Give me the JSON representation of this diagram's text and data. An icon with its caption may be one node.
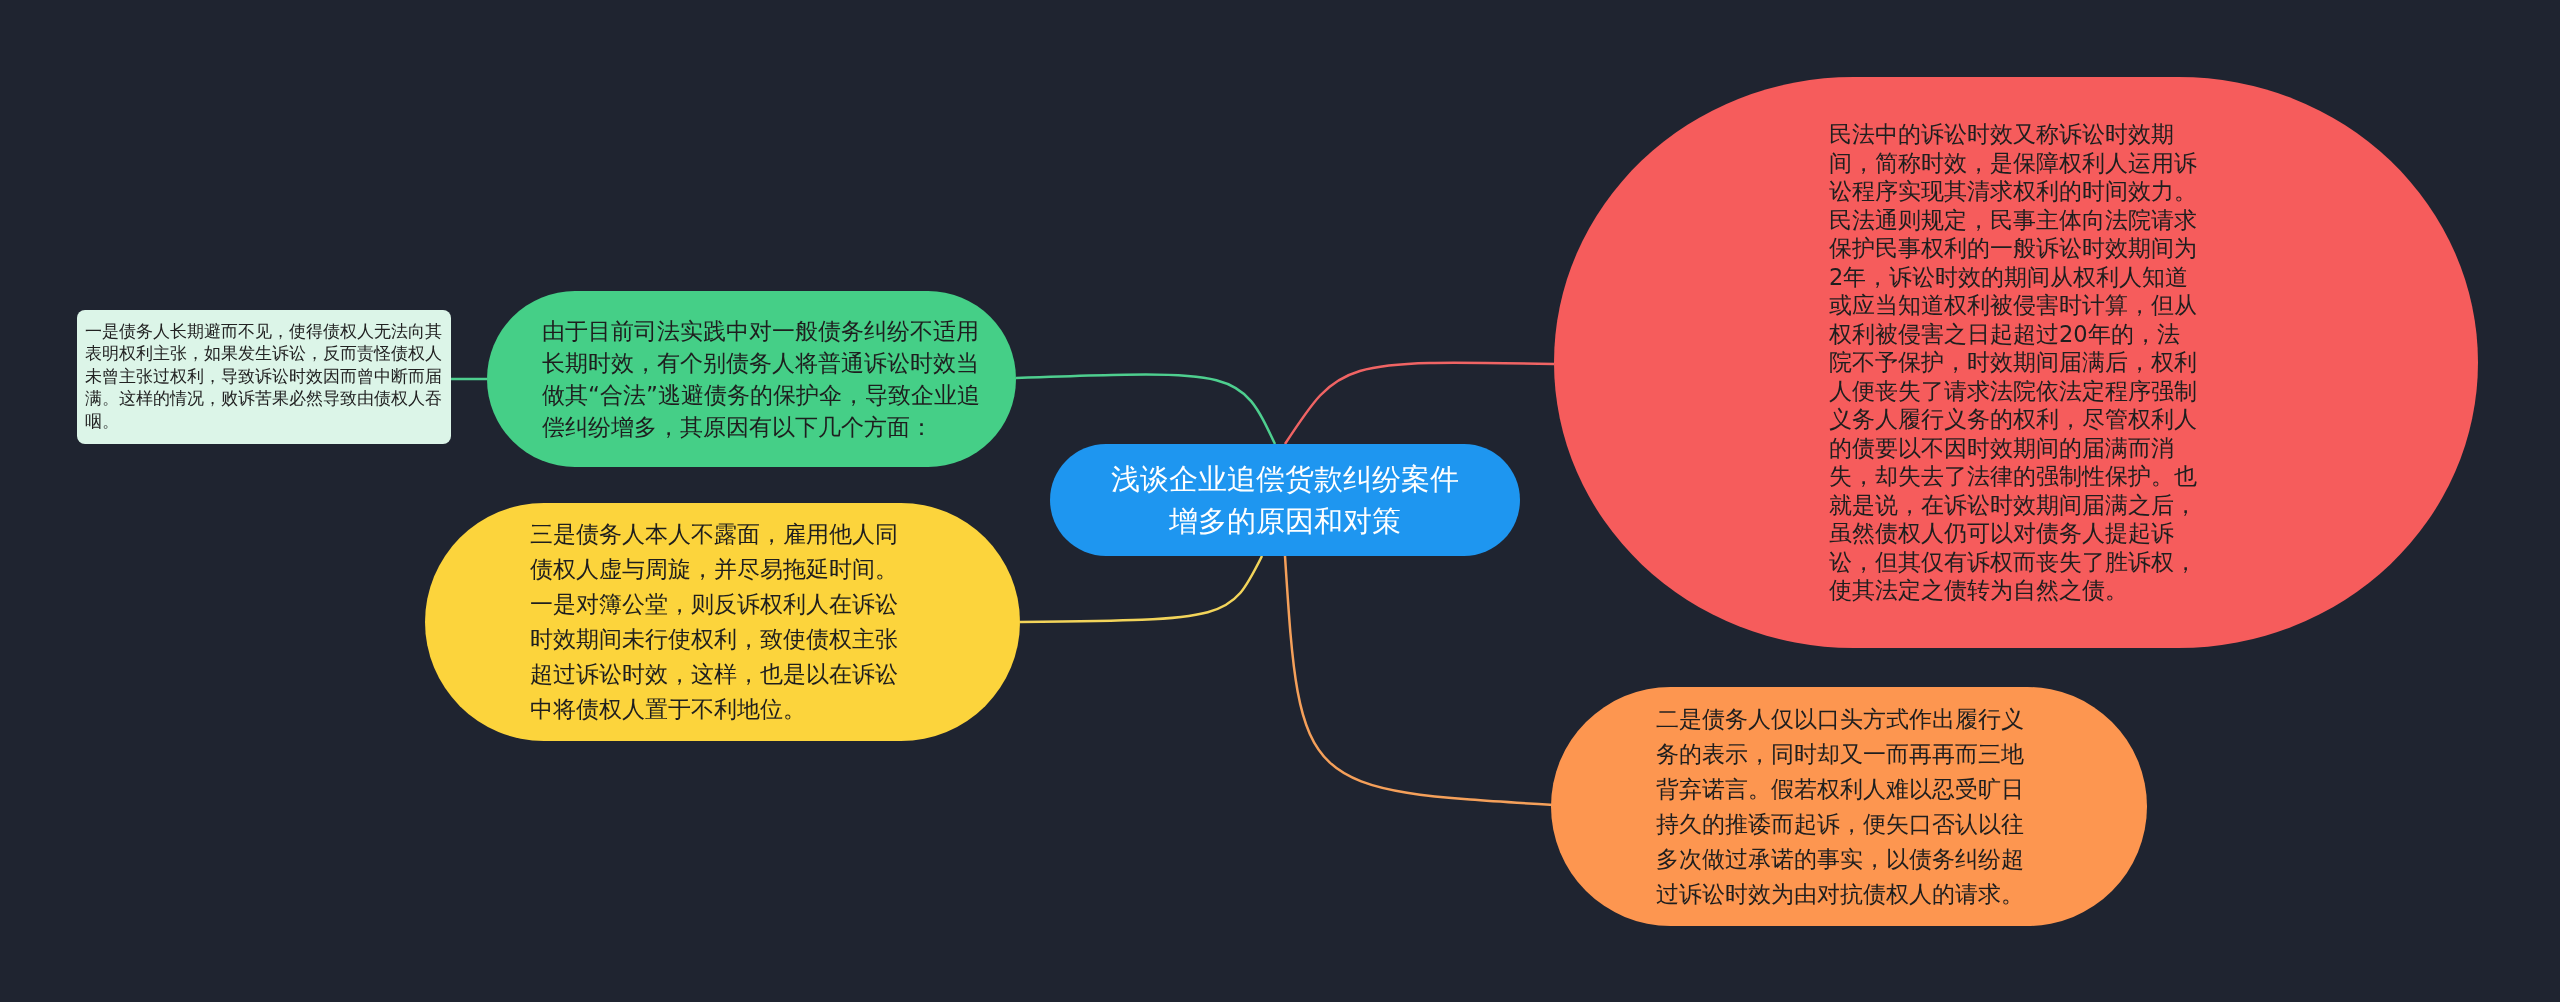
{
  "diagram": {
    "nodes": [
      {
        "text": [
          "浅谈企业追偿货款纠纷案件增多的原因和对策"
        ]
      },
      {
        "text": [
          "民法中的诉讼时效又称诉讼时效期间，简称时效，是保障权利人运用诉讼程序实现其清求权利的时间效力。民法通则规定，民事主体向法院请求保护民事权利的一般诉讼时效期间为2年，诉讼时效的期间从权利人知道或应当知道权利被侵害时计算，但从权利被侵害之日起超过20年的，法院不予保护，时效期间届满后，权利人便丧失了请求法院依法定程序强制义务人履行义务的权利，尽管权利人的债要以不因时效期间的届满而消失，却失去了法律的强制性保护。也就是说，在诉讼时效期间届满之后，虽然债权人仍可以对债务人提起诉讼，但其仅有诉权而丧失了胜诉权，使其法定之债转为自然之债。"
        ]
      },
      {
        "text": [
          "二是债务人仅以口头方式作出履行义务的表示，同时却又一而再再而三地背弃诺言。假若权利人难以忍受旷日持久的推诿而起诉，便矢口否认以往多次做过承诺的事实，以债务纠纷超过诉讼时效为由对抗债权人的请求。"
        ]
      },
      {
        "text": [
          "由于目前司法实践中对一般债务纠纷不适用长期时效，有个别债务人将普通诉讼时效当做其“合法”逃避债务的保护伞，导致企业追偿纠纷增多，其原因有以下几个方面："
        ]
      },
      {
        "text": [
          "一是债务人长期避而不见，使得债权人无法向其表明权利主张，如果发生诉讼，反而责怪债权人未曾主张过权利，导致诉讼时效因而曾中断而届满。这样的情况，败诉苦果必然导致由债权人吞咽。"
        ]
      },
      {
        "text": [
          "三是债务人本人不露面，雇用他人同债权人虚与周旋，并尽易拖延时间。一是对簿公堂，则反诉权利人在诉讼时效期间未行使权利，致使债权主张超过诉讼时效，这样，也是以在诉讼中将债权人置于不利地位。"
        ]
      }
    ],
    "edges": [
      {
        "from": 0,
        "to": 1,
        "arrow": "none",
        "color": "#f06464"
      },
      {
        "from": 0,
        "to": 2,
        "arrow": "none",
        "color": "#f5a05a"
      },
      {
        "from": 0,
        "to": 3,
        "arrow": "none",
        "color": "#4ecf8f"
      },
      {
        "from": 3,
        "to": 4,
        "arrow": "none",
        "color": "#4ecf8f"
      },
      {
        "from": 0,
        "to": 5,
        "arrow": "none",
        "color": "#f2d45a"
      }
    ]
  }
}
